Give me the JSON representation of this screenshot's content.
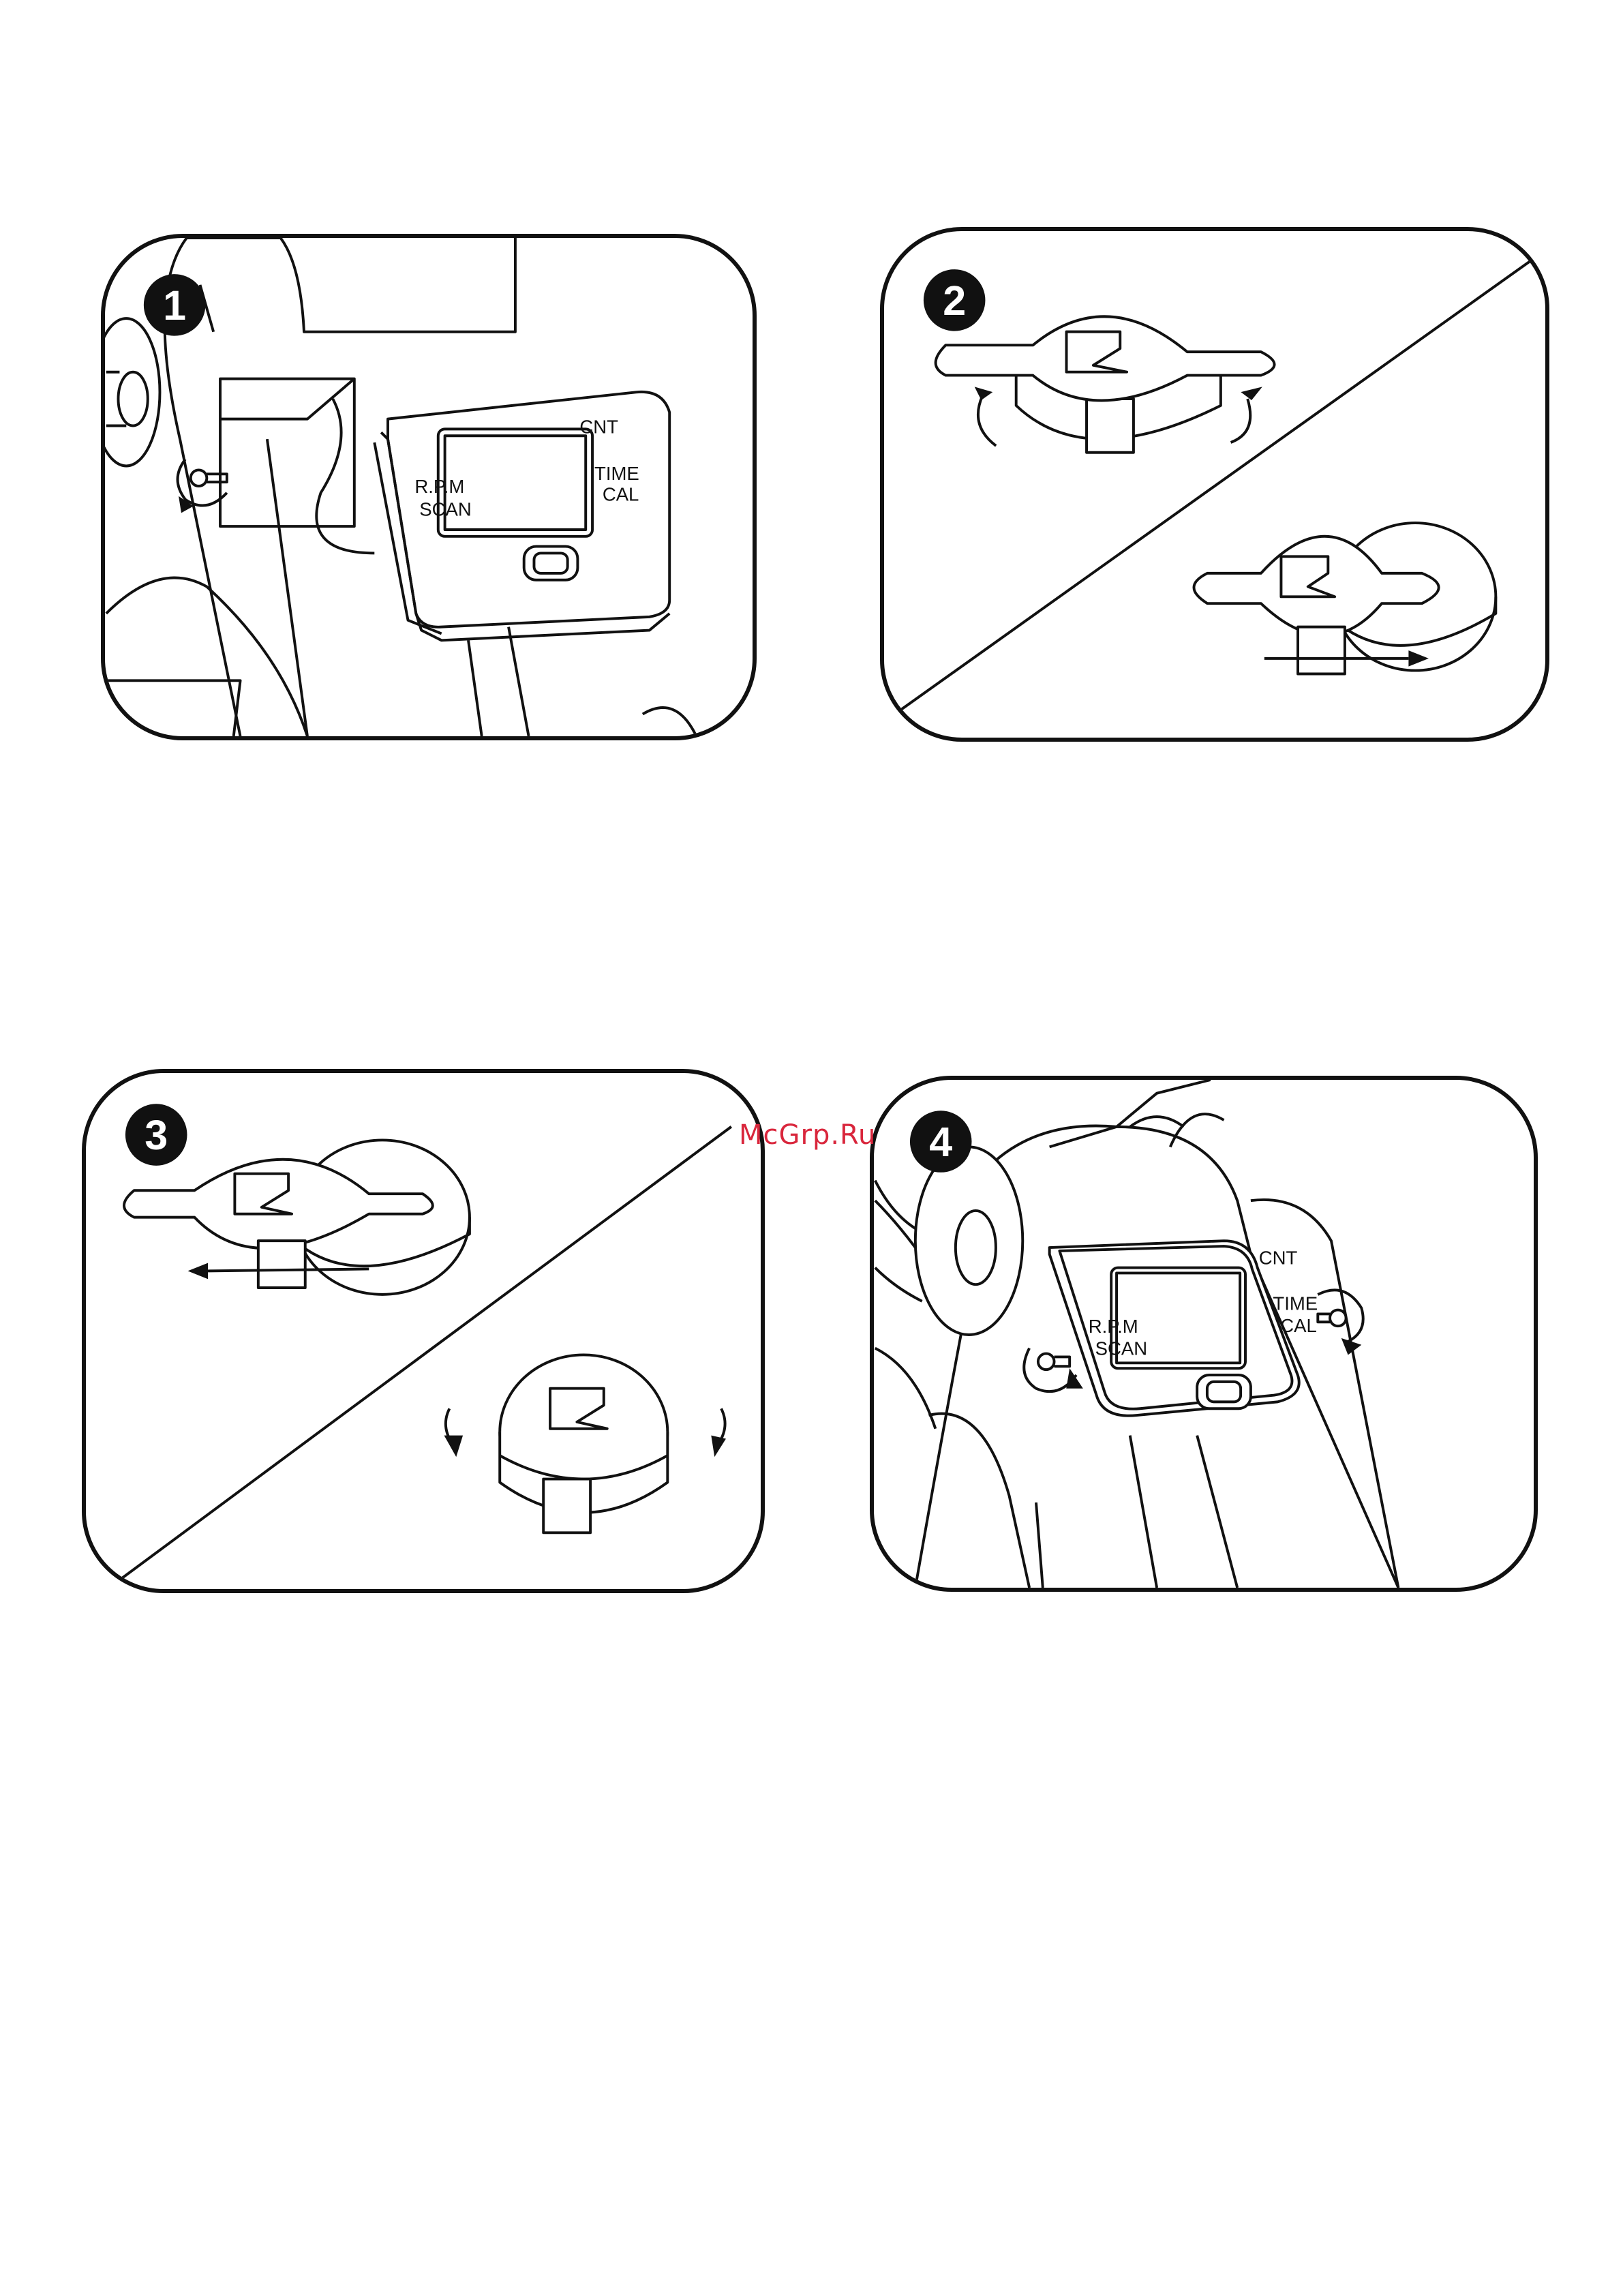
{
  "watermark": "McGrp.Ru",
  "steps": [
    {
      "number": "1",
      "labels": {
        "cnt": "CNT",
        "time": "TIME",
        "cal": "CAL",
        "rpm": "R.P.M",
        "scan": "SCAN"
      }
    },
    {
      "number": "2"
    },
    {
      "number": "3"
    },
    {
      "number": "4",
      "labels": {
        "cnt": "CNT",
        "time": "TIME",
        "cal": "CAL",
        "rpm": "R.P.M",
        "scan": "SCAN"
      }
    }
  ],
  "colors": {
    "line": "#111111",
    "watermark": "#d9263c"
  },
  "icons": [
    "screw-icon",
    "rotate-arrow-icon",
    "slide-arrow-icon",
    "battery-cover-icon",
    "monitor-display-icon"
  ]
}
